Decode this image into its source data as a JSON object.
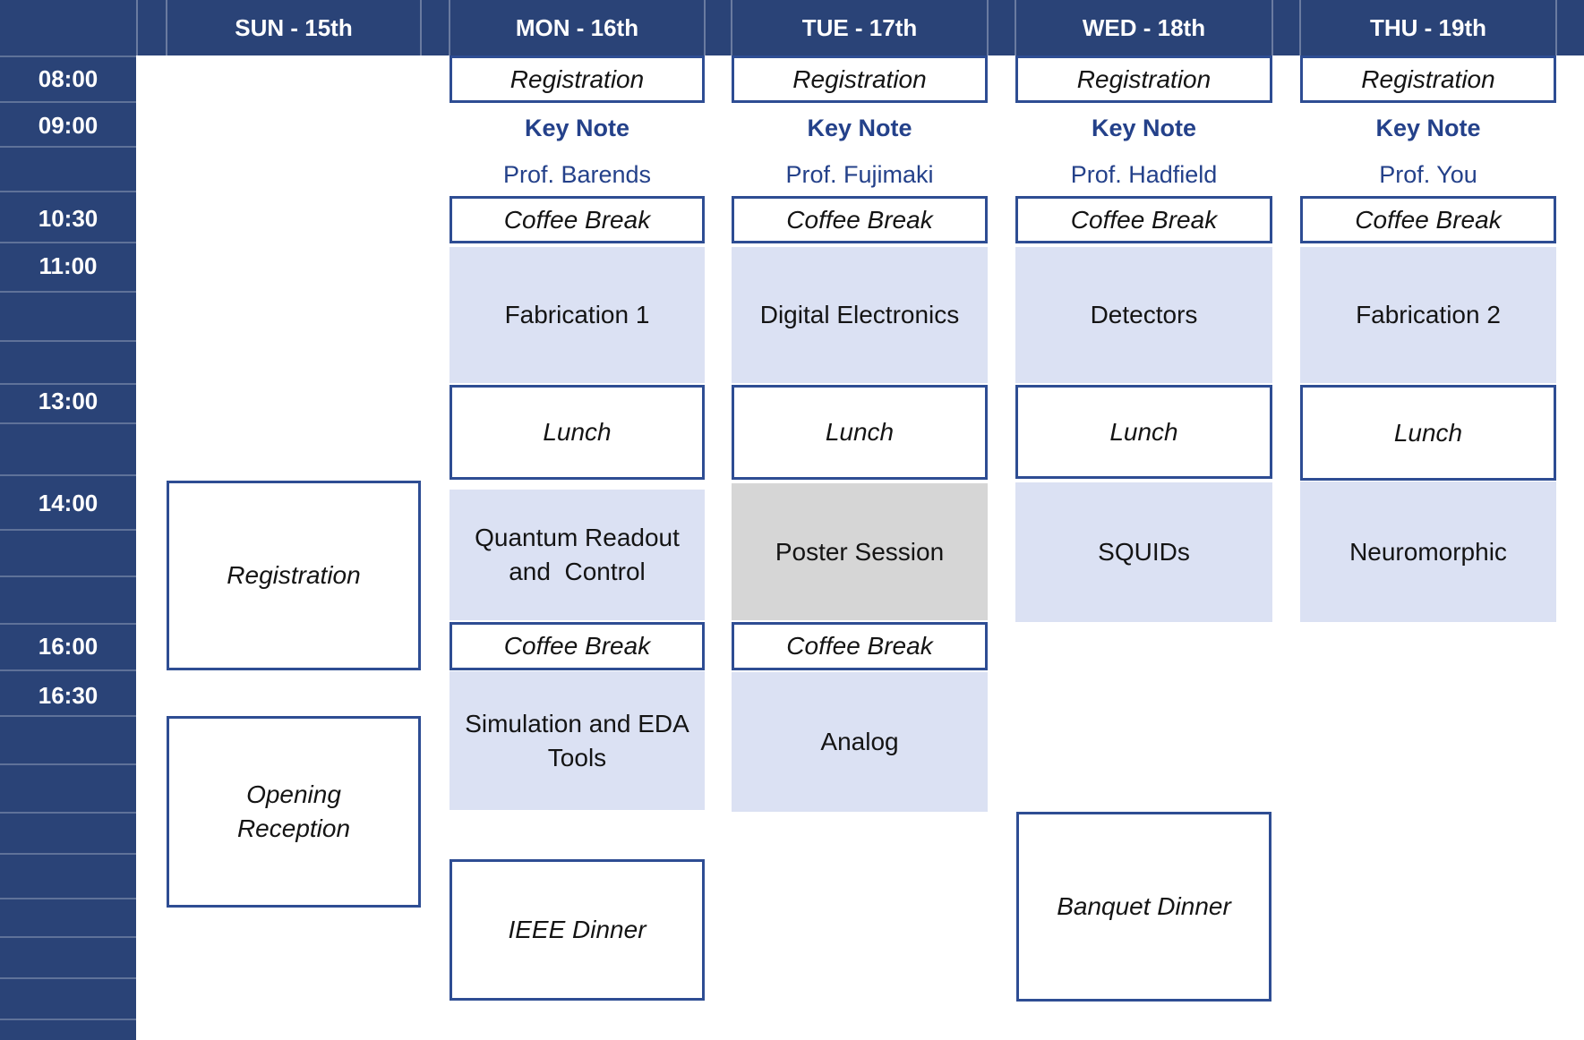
{
  "colors": {
    "chrome_blue": "#2a4377",
    "box_border_blue": "#2e4d93",
    "session_lavender": "#dbe1f3",
    "poster_gray": "#d6d6d6",
    "accent_text_blue": "#24418a",
    "header_text": "#ffffff"
  },
  "times": [
    "08:00",
    "09:00",
    "10:30",
    "11:00",
    "13:00",
    "14:00",
    "16:00",
    "16:30"
  ],
  "days": [
    "SUN - 15th",
    "MON - 16th",
    "TUE - 17th",
    "WED - 18th",
    "THU - 19th"
  ],
  "sun": {
    "registration": "Registration",
    "opening": "Opening\nReception"
  },
  "mon": {
    "registration": "Registration",
    "keynote": "Key Note",
    "speaker": "Prof. Barends",
    "coffee_am": "Coffee Break",
    "session_am": "Fabrication 1",
    "lunch": "Lunch",
    "session_pm": "Quantum Readout\nand  Control",
    "coffee_pm": "Coffee Break",
    "session_late": "Simulation and EDA\nTools",
    "dinner": "IEEE Dinner"
  },
  "tue": {
    "registration": "Registration",
    "keynote": "Key Note",
    "speaker": "Prof. Fujimaki",
    "coffee_am": "Coffee Break",
    "session_am": "Digital Electronics",
    "lunch": "Lunch",
    "session_pm": "Poster Session",
    "coffee_pm": "Coffee Break",
    "session_late": "Analog"
  },
  "wed": {
    "registration": "Registration",
    "keynote": "Key Note",
    "speaker": "Prof. Hadfield",
    "coffee_am": "Coffee Break",
    "session_am": "Detectors",
    "lunch": "Lunch",
    "session_pm": "SQUIDs",
    "dinner": "Banquet Dinner"
  },
  "thu": {
    "registration": "Registration",
    "keynote": "Key Note",
    "speaker": "Prof. You",
    "coffee_am": "Coffee Break",
    "session_am": "Fabrication 2",
    "lunch": "Lunch",
    "session_pm": "Neuromorphic"
  }
}
